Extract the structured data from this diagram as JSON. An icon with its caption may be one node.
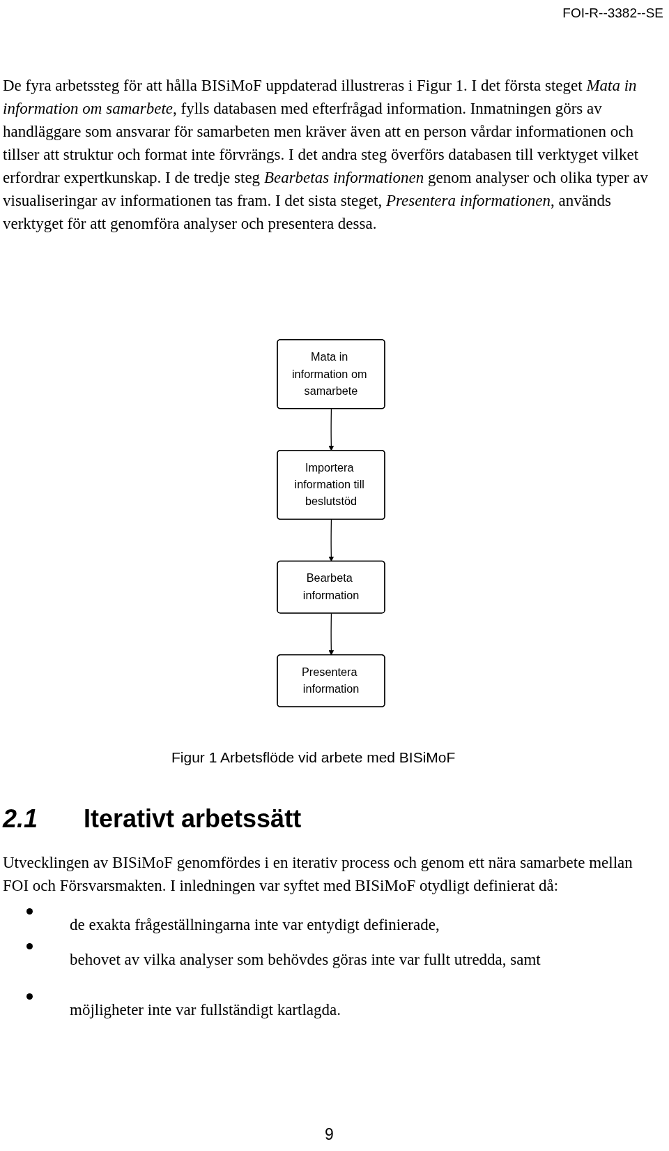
{
  "diagram": {
    "caption": "Figur 1 Arbetsflöde vid arbete med BISiMoF",
    "nodes": [
      {
        "text": [
          "Mata in information om samarbete"
        ]
      },
      {
        "text": [
          "Importera information till beslutstöd"
        ]
      },
      {
        "text": [
          "Bearbeta information"
        ]
      },
      {
        "text": [
          "Presentera information"
        ]
      }
    ],
    "edges": [
      {
        "from": 0,
        "to": 1,
        "arrow": "to"
      },
      {
        "from": 1,
        "to": 2,
        "arrow": "to"
      },
      {
        "from": 2,
        "to": 3,
        "arrow": "to"
      }
    ],
    "labels": [
      "FOI-R--3382--SE",
      "De fyra arbetssteg för att hålla BISiMoF uppdaterad illustreras i Figur 1. I det första steget *Mata in information om samarbete*, fylls databasen med efterfrågad information. Inmatningen görs av handläggare som ansvarar för samarbeten men kräver även att en person vårdar informationen och tillser att struktur och format inte förvrängs. I det andra steg överförs databasen till verktyget vilket erfordrar expertkunskap. I de tredje steg *Bearbetas informationen* genom analyser och olika typer av visualiseringar av informationen tas fram. I det sista steget, *Presentera informationen*, används verktyget för att genomföra analyser och presentera dessa.",
      "*2.1*",
      "Iterativt arbetssätt",
      "Utvecklingen av BISiMoF genomfördes i en iterativ process och genom ett nära samarbete mellan FOI och Försvarsmakten. I inledningen var syftet med BISiMoF otydligt definierat då:",
      "de exakta frågeställningarna inte var entydigt definierade,",
      "behovet av vilka analyser som behövdes göras inte var fullt utredda, samt",
      "möjligheter inte var fullständigt kartlagda.",
      "9"
    ]
  }
}
